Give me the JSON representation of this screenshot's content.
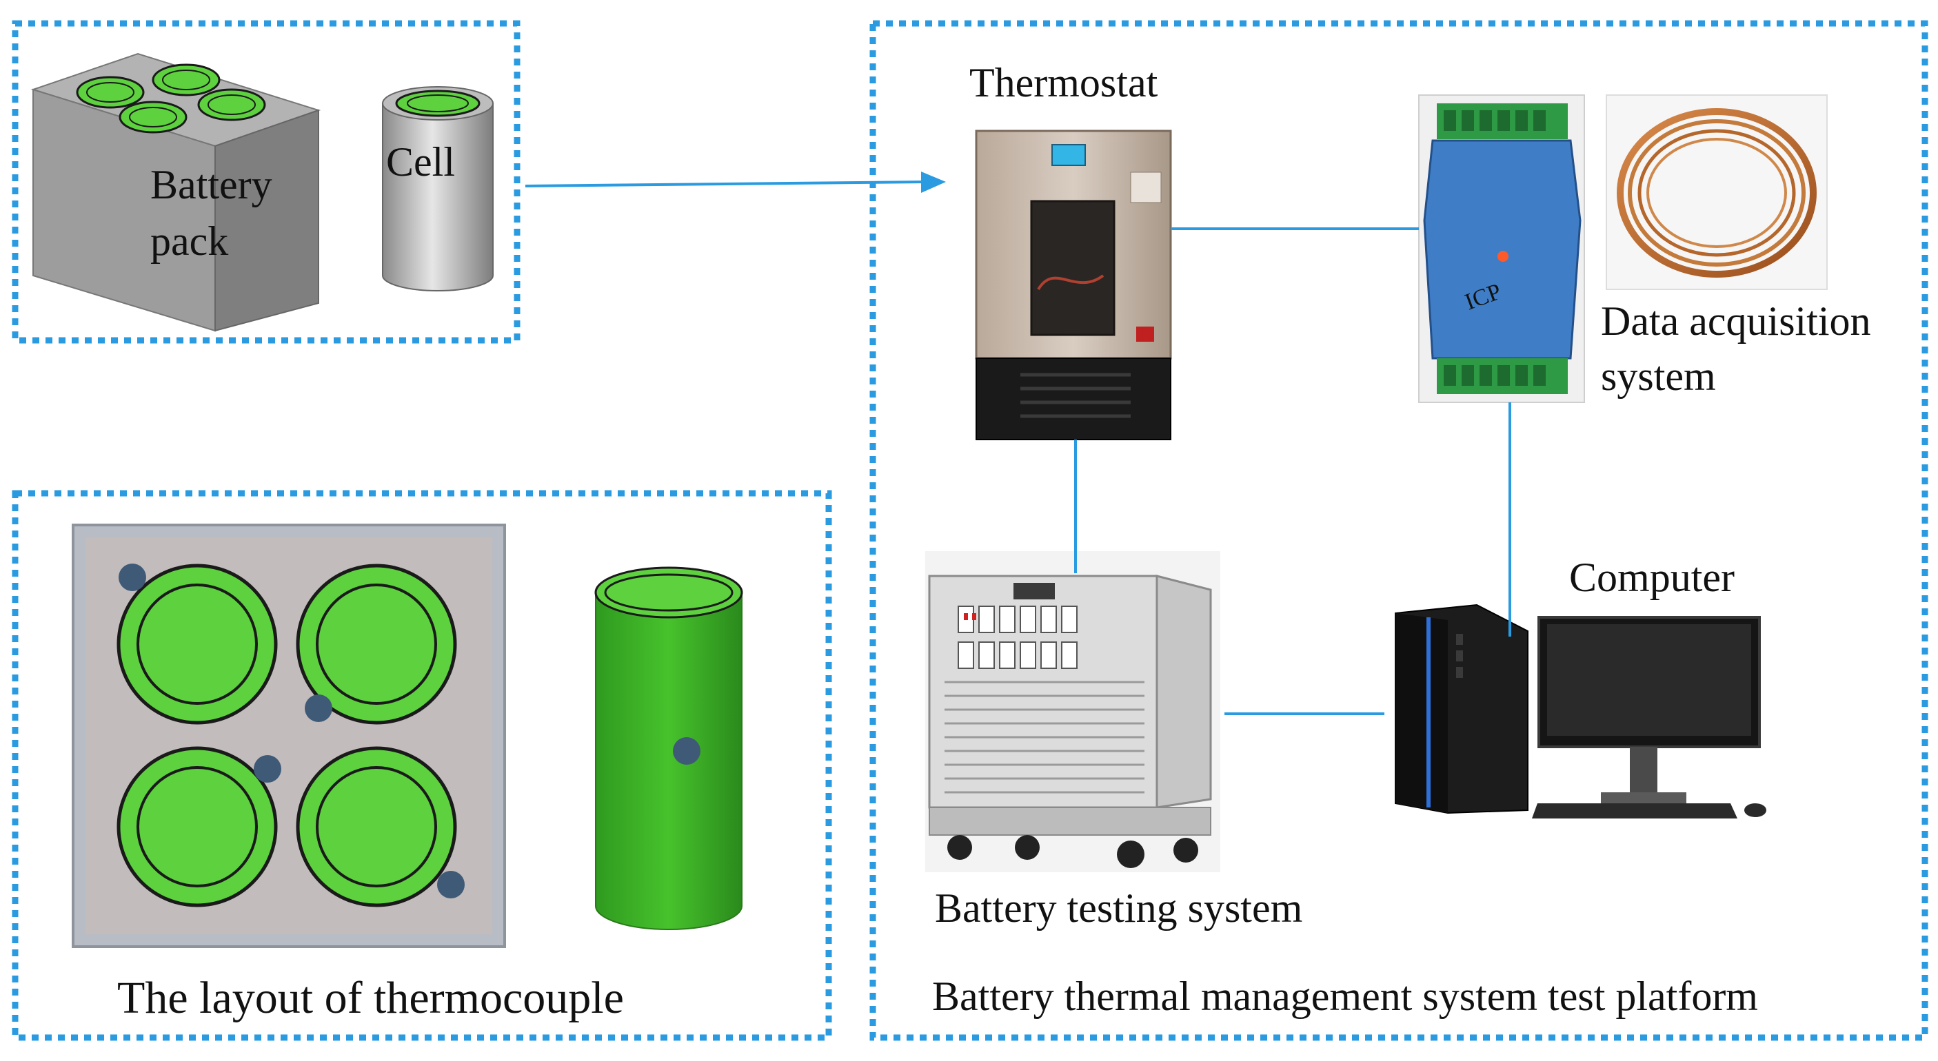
{
  "labels": {
    "battery_pack_line1": "Battery",
    "battery_pack_line2": "pack",
    "cell": "Cell",
    "thermostat": "Thermostat",
    "data_acq_line1": "Data acquisition",
    "data_acq_line2": "system",
    "computer": "Computer",
    "battery_testing": "Battery testing system",
    "thermocouple_layout": "The layout of thermocouple",
    "platform_caption": "Battery thermal management system test platform"
  },
  "colors": {
    "frame": "#2a9be0",
    "connector": "#2a9be0",
    "cell_green": "#5dd13e",
    "cell_green_dark": "#2f8f1d",
    "pack_gray": "#a6a6a6",
    "thermocouple_dot": "#3e5a77"
  },
  "icons": {
    "thermostat": "thermostat-cabinet",
    "daq": "data-acquisition-module",
    "wire": "thermocouple-wire-coil",
    "tester": "battery-testing-cabinet",
    "computer": "desktop-computer"
  }
}
